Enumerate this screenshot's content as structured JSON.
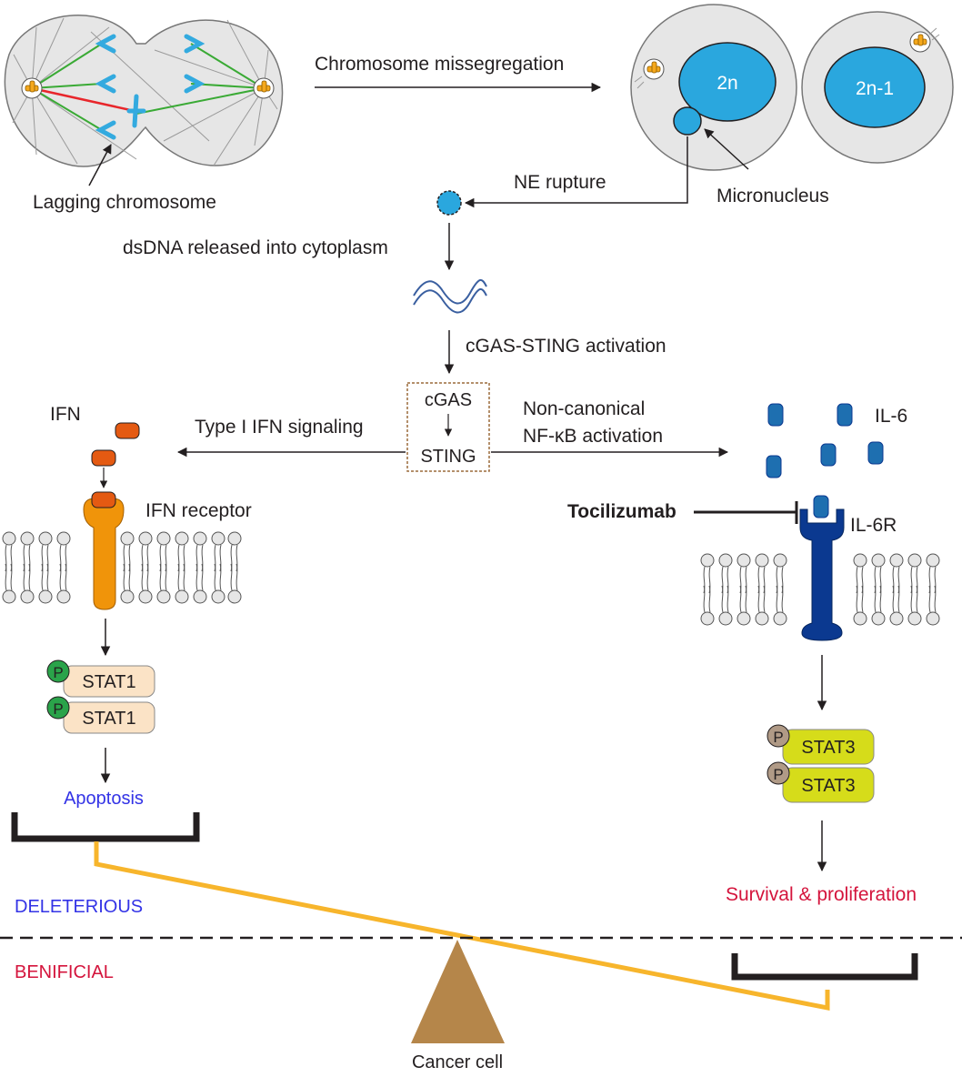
{
  "labels": {
    "chromosome_missegregation": "Chromosome missegregation",
    "lagging_chromosome": "Lagging chromosome",
    "nucleus_2n": "2n",
    "nucleus_2n1": "2n-1",
    "micronucleus": "Micronucleus",
    "ne_rupture": "NE rupture",
    "dsdna_released": "dsDNA released into cytoplasm",
    "cgas_sting_activation": "cGAS-STING activation",
    "cgas": "cGAS",
    "sting": "STING",
    "ifn": "IFN",
    "type1_ifn_signaling": "Type I IFN signaling",
    "noncanonical_line1": "Non-canonical",
    "noncanonical_line2": "NF-κB activation",
    "il6": "IL-6",
    "ifn_receptor": "IFN receptor",
    "tocilizumab": "Tocilizumab",
    "il6r": "IL-6R",
    "p": "P",
    "stat1": "STAT1",
    "stat3": "STAT3",
    "apoptosis": "Apoptosis",
    "survival": "Survival & proliferation",
    "deleterious": "DELETERIOUS",
    "beneficial": "BENIFICIAL",
    "cancer_cell": "Cancer cell"
  },
  "colors": {
    "cell_fill": "#e6e6e6",
    "nucleus_blue": "#2aa7de",
    "chromosome_blue": "#33aadf",
    "spindle_green": "#3aaa35",
    "spindle_red": "#e8262b",
    "centrosome_orange": "#f5a81c",
    "ifn_orange": "#e45a12",
    "ifn_receptor": "#f0940a",
    "il6_blue": "#1e6fb0",
    "il6r_navy": "#0b3990",
    "stat1_fill": "#fbe3c6",
    "p_green": "#2aa34a",
    "stat3_fill": "#d6dc1a",
    "p_brown": "#b09a86",
    "apoptosis_text": "#3333e6",
    "survival_text": "#d4143c",
    "balance_beam": "#f7b52c",
    "fulcrum": "#b5864a",
    "box_dashed": "#9c6b3c"
  },
  "icons": [
    "dividing-cell",
    "daughter-cell",
    "micronucleus-icon",
    "dsdna-icon",
    "membrane-icon",
    "balance-scale-icon"
  ]
}
